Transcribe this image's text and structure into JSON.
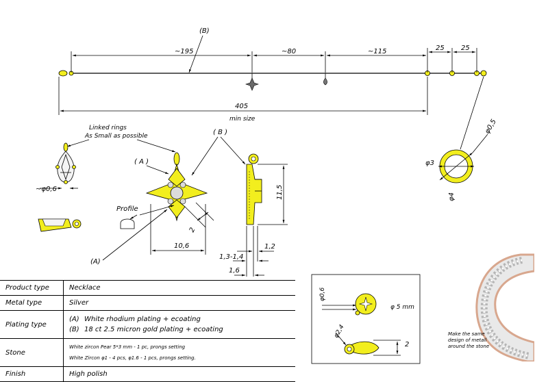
{
  "colors": {
    "gold": "#f2ee1e",
    "ink": "#000000",
    "rose": "#e2b8a0",
    "stone": "#d9d9d9"
  },
  "chain": {
    "callout": "(B)",
    "dims": [
      "~195",
      "~80",
      "~115",
      "25",
      "25"
    ],
    "total": "405",
    "total_note": "min size"
  },
  "ring": {
    "wire": "φ0,5",
    "inner": "φ3",
    "outer": "φ4"
  },
  "pendant": {
    "note_line1": "Linked rings",
    "note_line2": "As Small as possible",
    "stone_dia": "~φ0,6",
    "callout_a": "( A )",
    "callout_a2": "(A)",
    "callout_b": "( B )",
    "profile": "Profile",
    "width": "10,6",
    "thickness": "2",
    "height": "11,5",
    "side_dims": [
      "1,2",
      "1,3-1,4",
      "1,6"
    ]
  },
  "detail": {
    "wire": "φ0,6",
    "disc": "φ 5 mm",
    "ring": "φ2,4",
    "thick": "2"
  },
  "photo_note": [
    "Make the same",
    "design of metall",
    "around the stone"
  ],
  "table": [
    {
      "key": "Product type",
      "value": "Necklace"
    },
    {
      "key": "Metal type",
      "value": "Silver"
    },
    {
      "key": "Plating type",
      "value_a_tag": "(A)",
      "value_a": "White rhodium plating + ecoating",
      "value_b_tag": "(B)",
      "value_b": "18 ct 2.5 micron gold plating + ecoating"
    },
    {
      "key": "Stone",
      "value": "White zircon Pear 5*3 mm - 1 pc, prongs setting",
      "value2": "White Zircon φ1 - 4 pcs, φ1.6 - 1 pcs, prongs setting."
    },
    {
      "key": "Finish",
      "value": "High polish"
    }
  ]
}
